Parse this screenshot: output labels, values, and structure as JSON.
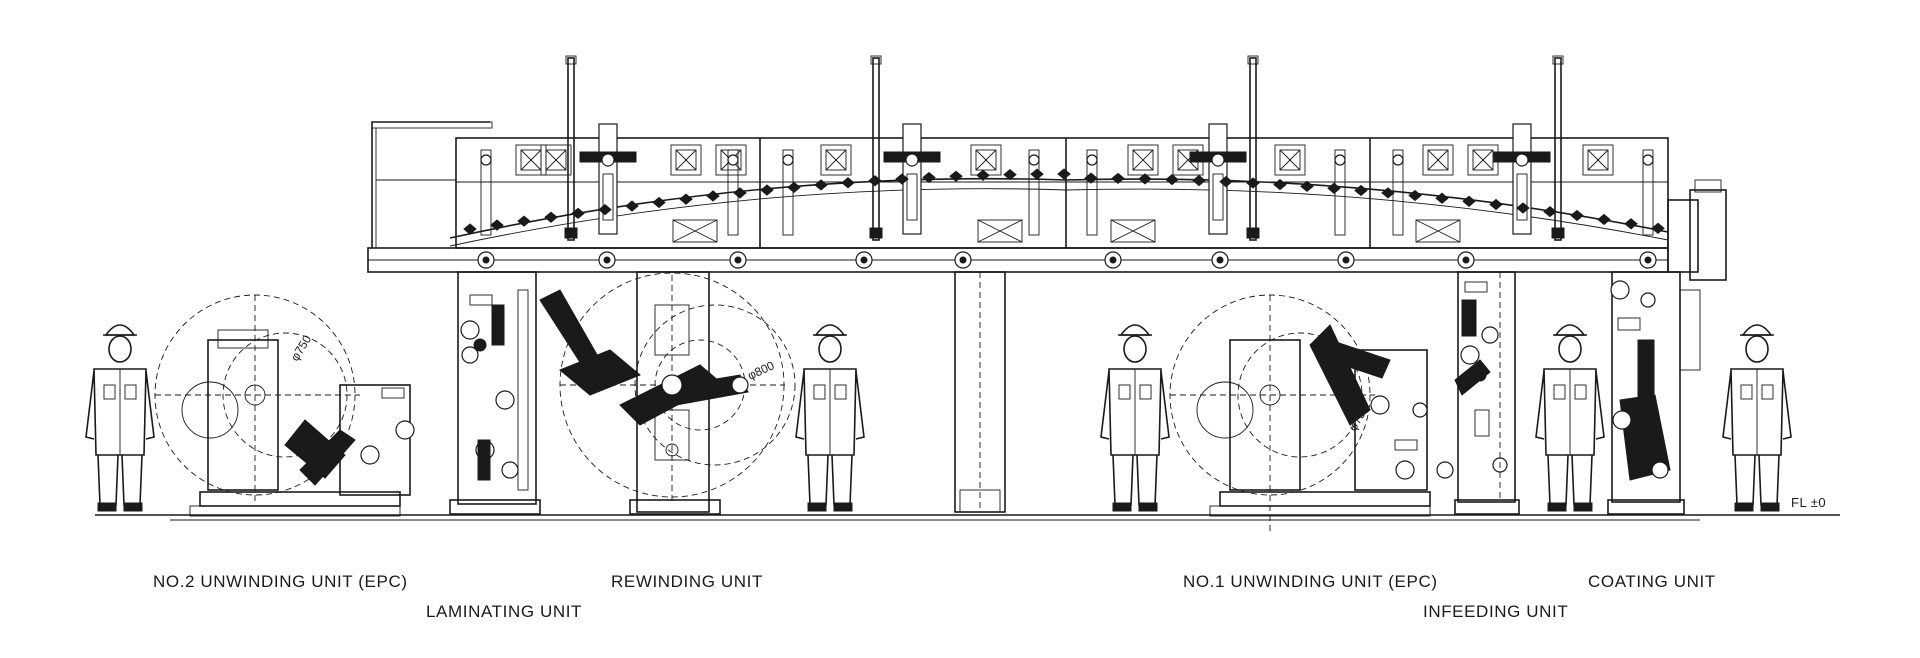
{
  "labels": {
    "no2_unwinding": "NO.2 UNWINDING UNIT (EPC)",
    "laminating": "LAMINATING UNIT",
    "rewinding": "REWINDING UNIT",
    "no1_unwinding": "NO.1 UNWINDING UNIT (EPC)",
    "infeeding": "INFEEDING UNIT",
    "coating": "COATING UNIT"
  },
  "floor_level": "FL ±0",
  "dimensions": {
    "no2_roll": "φ750",
    "rewind_roll": "φ800",
    "no1_roll": "φ750"
  }
}
